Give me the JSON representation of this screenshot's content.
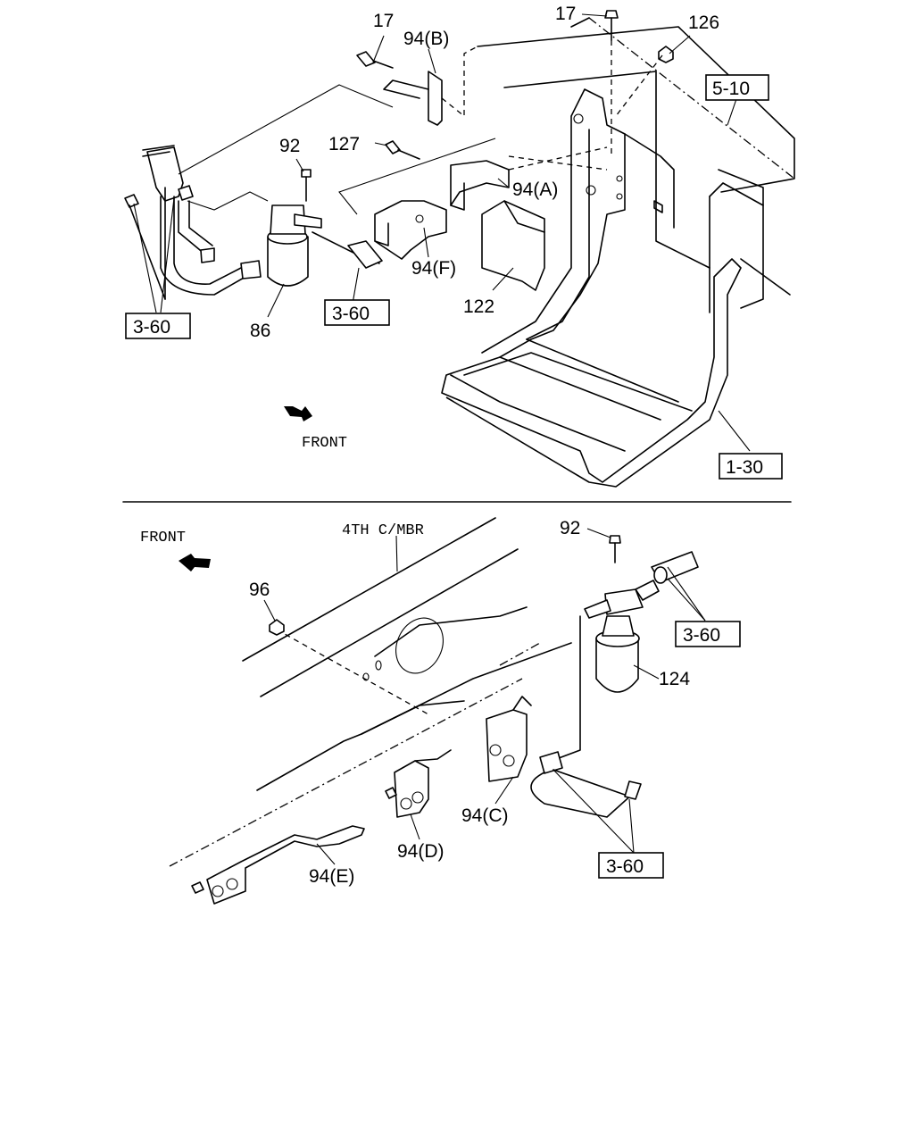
{
  "labels": {
    "p17_a": "17",
    "p94b": "94(B)",
    "p17_b": "17",
    "p126": "126",
    "ref_5_10": "5-10",
    "p92_top": "92",
    "p127": "127",
    "p94a": "94(A)",
    "p94f": "94(F)",
    "p122": "122",
    "ref_3_60_a": "3-60",
    "ref_3_60_b": "3-60",
    "p86": "86",
    "front_top": "FRONT",
    "ref_1_30": "1-30",
    "front_bottom": "FRONT",
    "member": "4TH C/MBR",
    "p92_bottom": "92",
    "p96": "96",
    "ref_3_60_c": "3-60",
    "p124": "124",
    "p94c": "94(C)",
    "p94d": "94(D)",
    "p94e": "94(E)",
    "ref_3_60_d": "3-60"
  }
}
